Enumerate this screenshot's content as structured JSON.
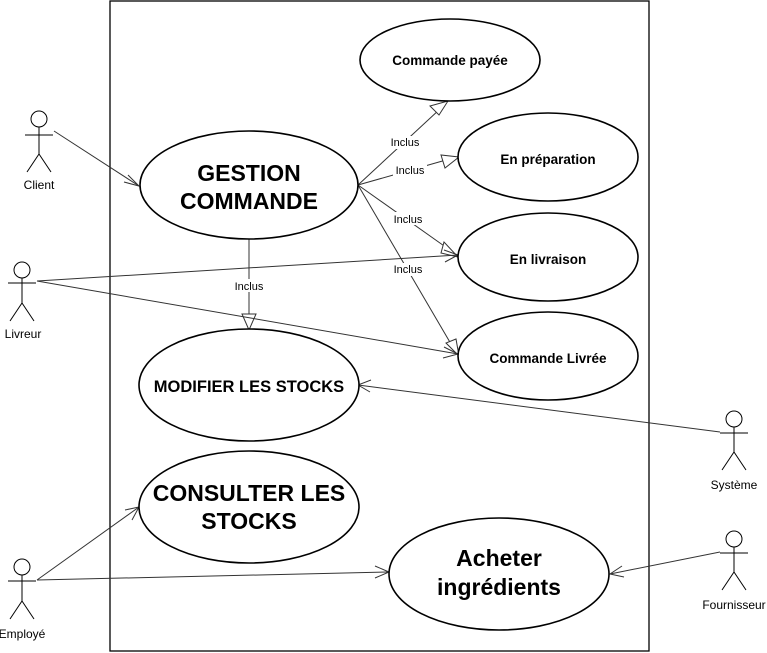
{
  "actors": {
    "client": "Client",
    "livreur": "Livreur",
    "systeme": "Système",
    "employe": "Employé",
    "fournisseur": "Fournisseur"
  },
  "use_cases": {
    "gestion_commande": [
      "GESTION",
      "COMMANDE"
    ],
    "commande_payee": "Commande payée",
    "en_preparation": "En préparation",
    "en_livraison": "En livraison",
    "commande_livree": "Commande Livrée",
    "modifier_stocks": "MODIFIER LES STOCKS",
    "consulter_stocks": [
      "CONSULTER LES",
      "STOCKS"
    ],
    "acheter_ingredients": [
      "Acheter",
      "ingrédients"
    ]
  },
  "relations": {
    "include_label": "Inclus"
  }
}
